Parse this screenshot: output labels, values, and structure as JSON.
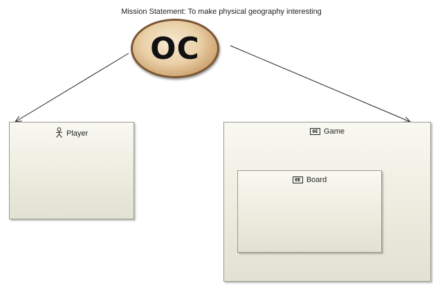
{
  "diagram": {
    "mission_statement": "Mission Statement: To make physical geography interesting",
    "logo_text": "OC",
    "nodes": {
      "player": {
        "label": "Player",
        "icon": "actor-icon"
      },
      "game": {
        "label": "Game",
        "icon": "block-icon",
        "icon_text": "0E"
      },
      "board": {
        "label": "Board",
        "icon": "block-icon",
        "icon_text": "0E"
      }
    },
    "edges": [
      {
        "from": "logo",
        "to": "player"
      },
      {
        "from": "logo",
        "to": "game"
      }
    ]
  },
  "colors": {
    "box_border": "#9a9a8e",
    "box_fill_top": "#f9f9f2",
    "box_fill_bottom": "#e2e2d2",
    "logo_border": "#7a5634",
    "logo_fill": "#e9cfa5"
  }
}
